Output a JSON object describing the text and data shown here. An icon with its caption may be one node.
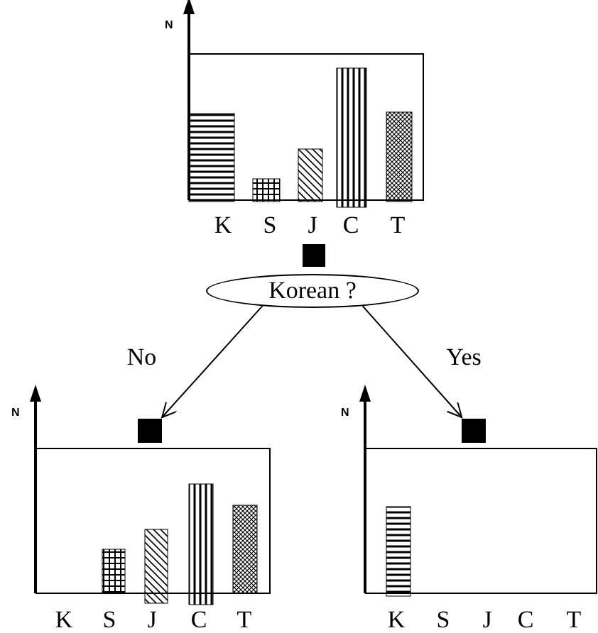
{
  "diagram": {
    "nodes": [
      {
        "text": [],
        "shape": "box"
      },
      {
        "text": [
          "Korean ?"
        ]
      },
      {
        "text": [],
        "shape": "box"
      },
      {
        "text": [],
        "shape": "box"
      }
    ],
    "edges": [
      {
        "from": 1,
        "to": 2,
        "arrow": "to",
        "label": "No"
      },
      {
        "from": 1,
        "to": 3,
        "arrow": "to",
        "label": "Yes"
      }
    ],
    "labels": [
      "N",
      "K",
      "S",
      "J",
      "C",
      "T",
      "N",
      "N",
      "K",
      "S",
      "J",
      "C",
      "T",
      "K",
      "S",
      "J",
      "C",
      "T"
    ]
  }
}
